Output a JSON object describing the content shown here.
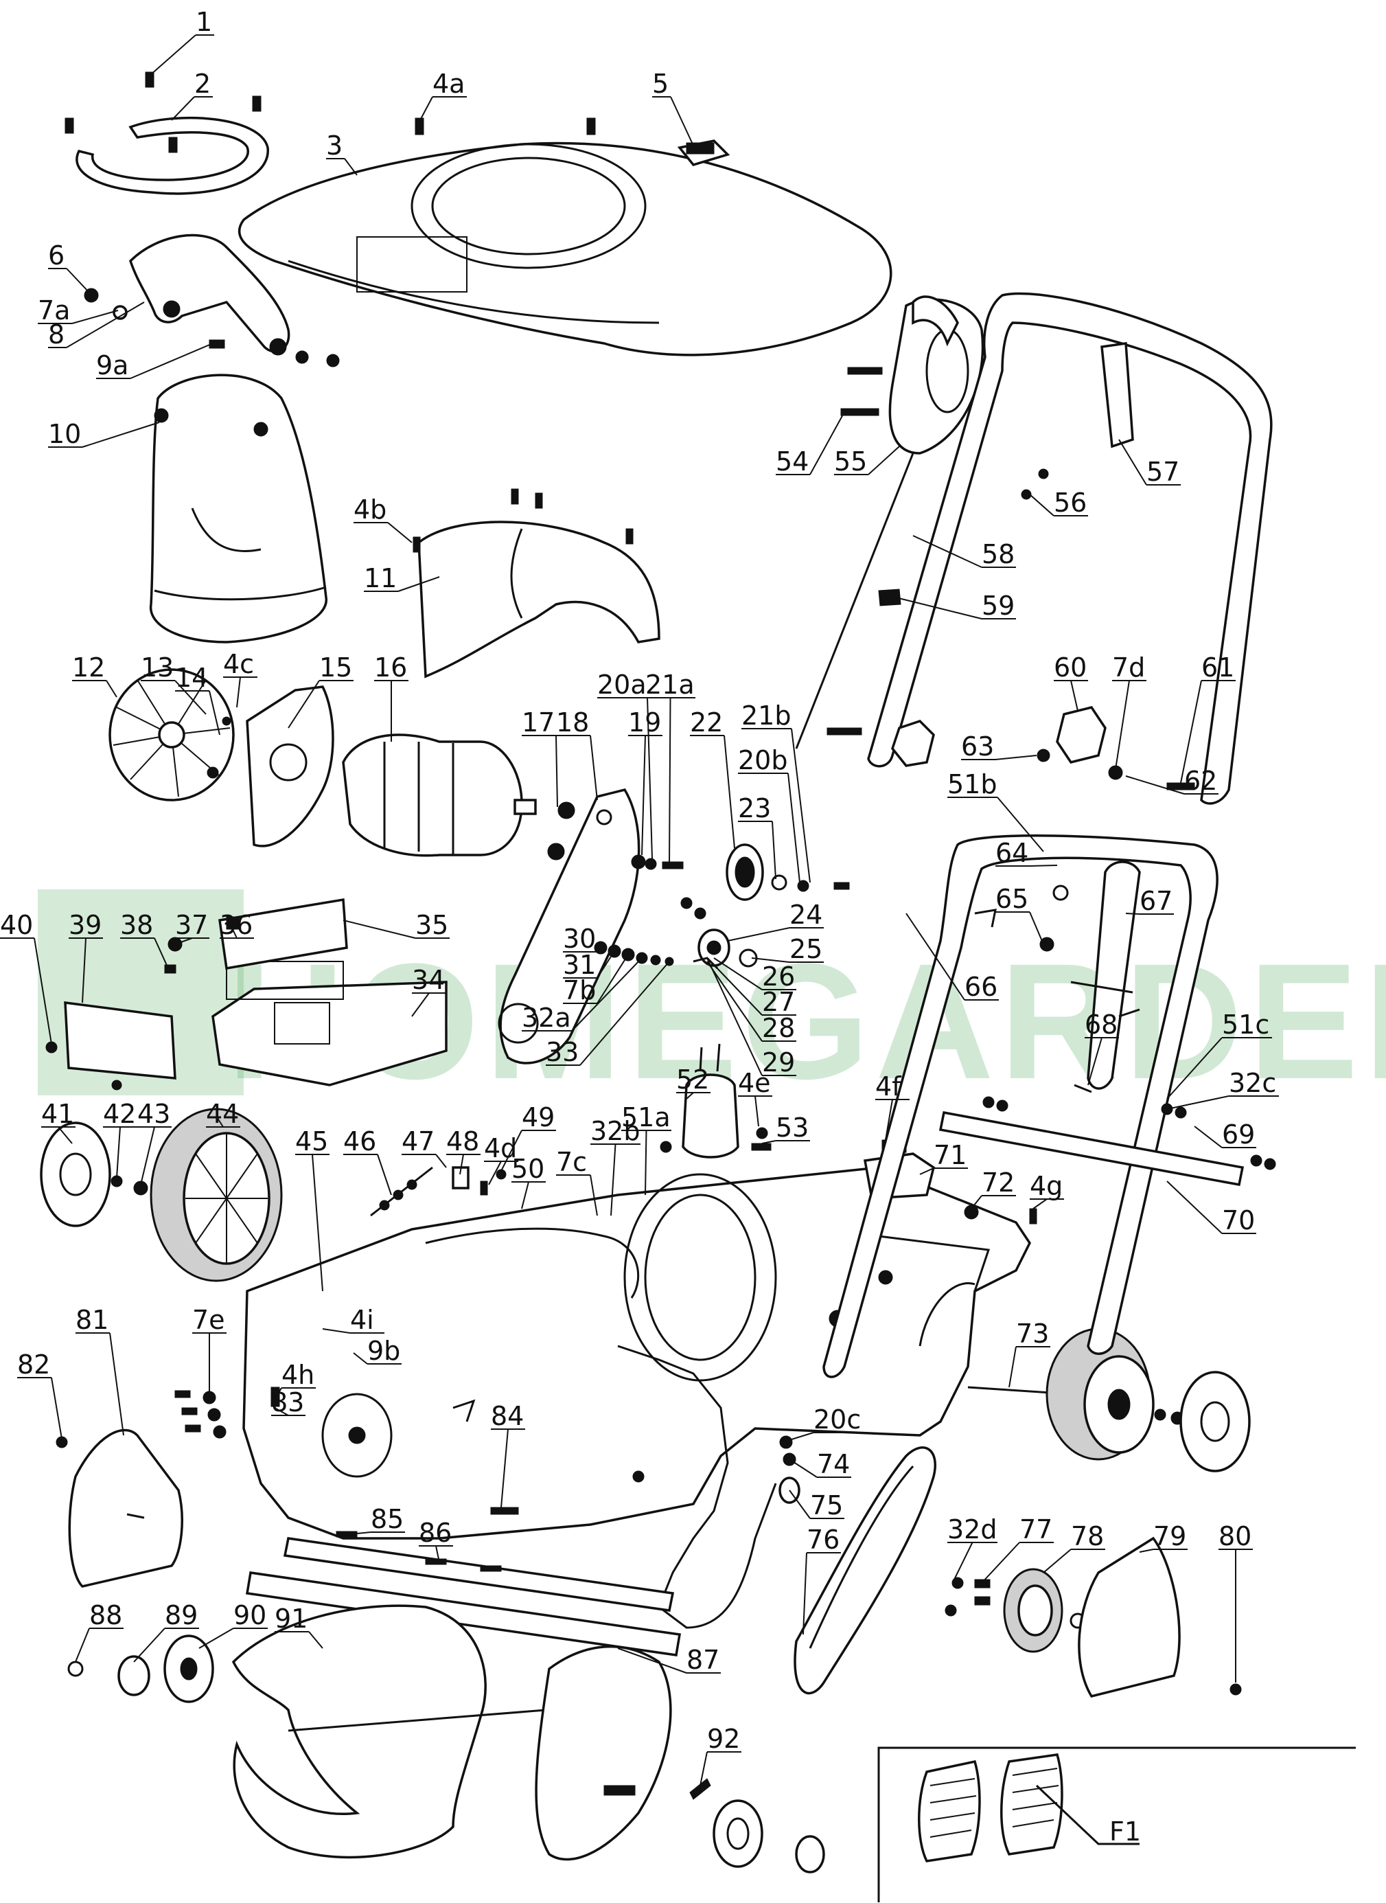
{
  "watermark": {
    "left_word": "HOME",
    "right_word": "GARDEN",
    "color": "#2f9a3a"
  },
  "labels": [
    "1",
    "2",
    "3",
    "4a",
    "5",
    "6",
    "7a",
    "8",
    "9a",
    "10",
    "4b",
    "11",
    "12",
    "13",
    "14",
    "4c",
    "15",
    "16",
    "17",
    "18",
    "19",
    "20a",
    "21a",
    "22",
    "21b",
    "20b",
    "23",
    "24",
    "25",
    "26",
    "27",
    "28",
    "29",
    "30",
    "31",
    "7b",
    "32a",
    "33",
    "34",
    "35",
    "36",
    "37",
    "38",
    "39",
    "40",
    "41",
    "42",
    "43",
    "44",
    "45",
    "46",
    "47",
    "48",
    "4d",
    "49",
    "50",
    "7c",
    "32b",
    "51a",
    "52",
    "4e",
    "53",
    "4f",
    "71",
    "72",
    "4g",
    "4i",
    "9b",
    "4h",
    "83",
    "81",
    "7e",
    "82",
    "84",
    "20c",
    "74",
    "75",
    "76",
    "85",
    "86",
    "87",
    "88",
    "89",
    "90",
    "91",
    "92",
    "73",
    "32d",
    "77",
    "78",
    "79",
    "80",
    "54",
    "55",
    "56",
    "57",
    "58",
    "59",
    "60",
    "7d",
    "61",
    "63",
    "62",
    "51b",
    "64",
    "65",
    "67",
    "66",
    "68",
    "51c",
    "32c",
    "69",
    "70"
  ],
  "inset": {
    "label": "F1"
  }
}
